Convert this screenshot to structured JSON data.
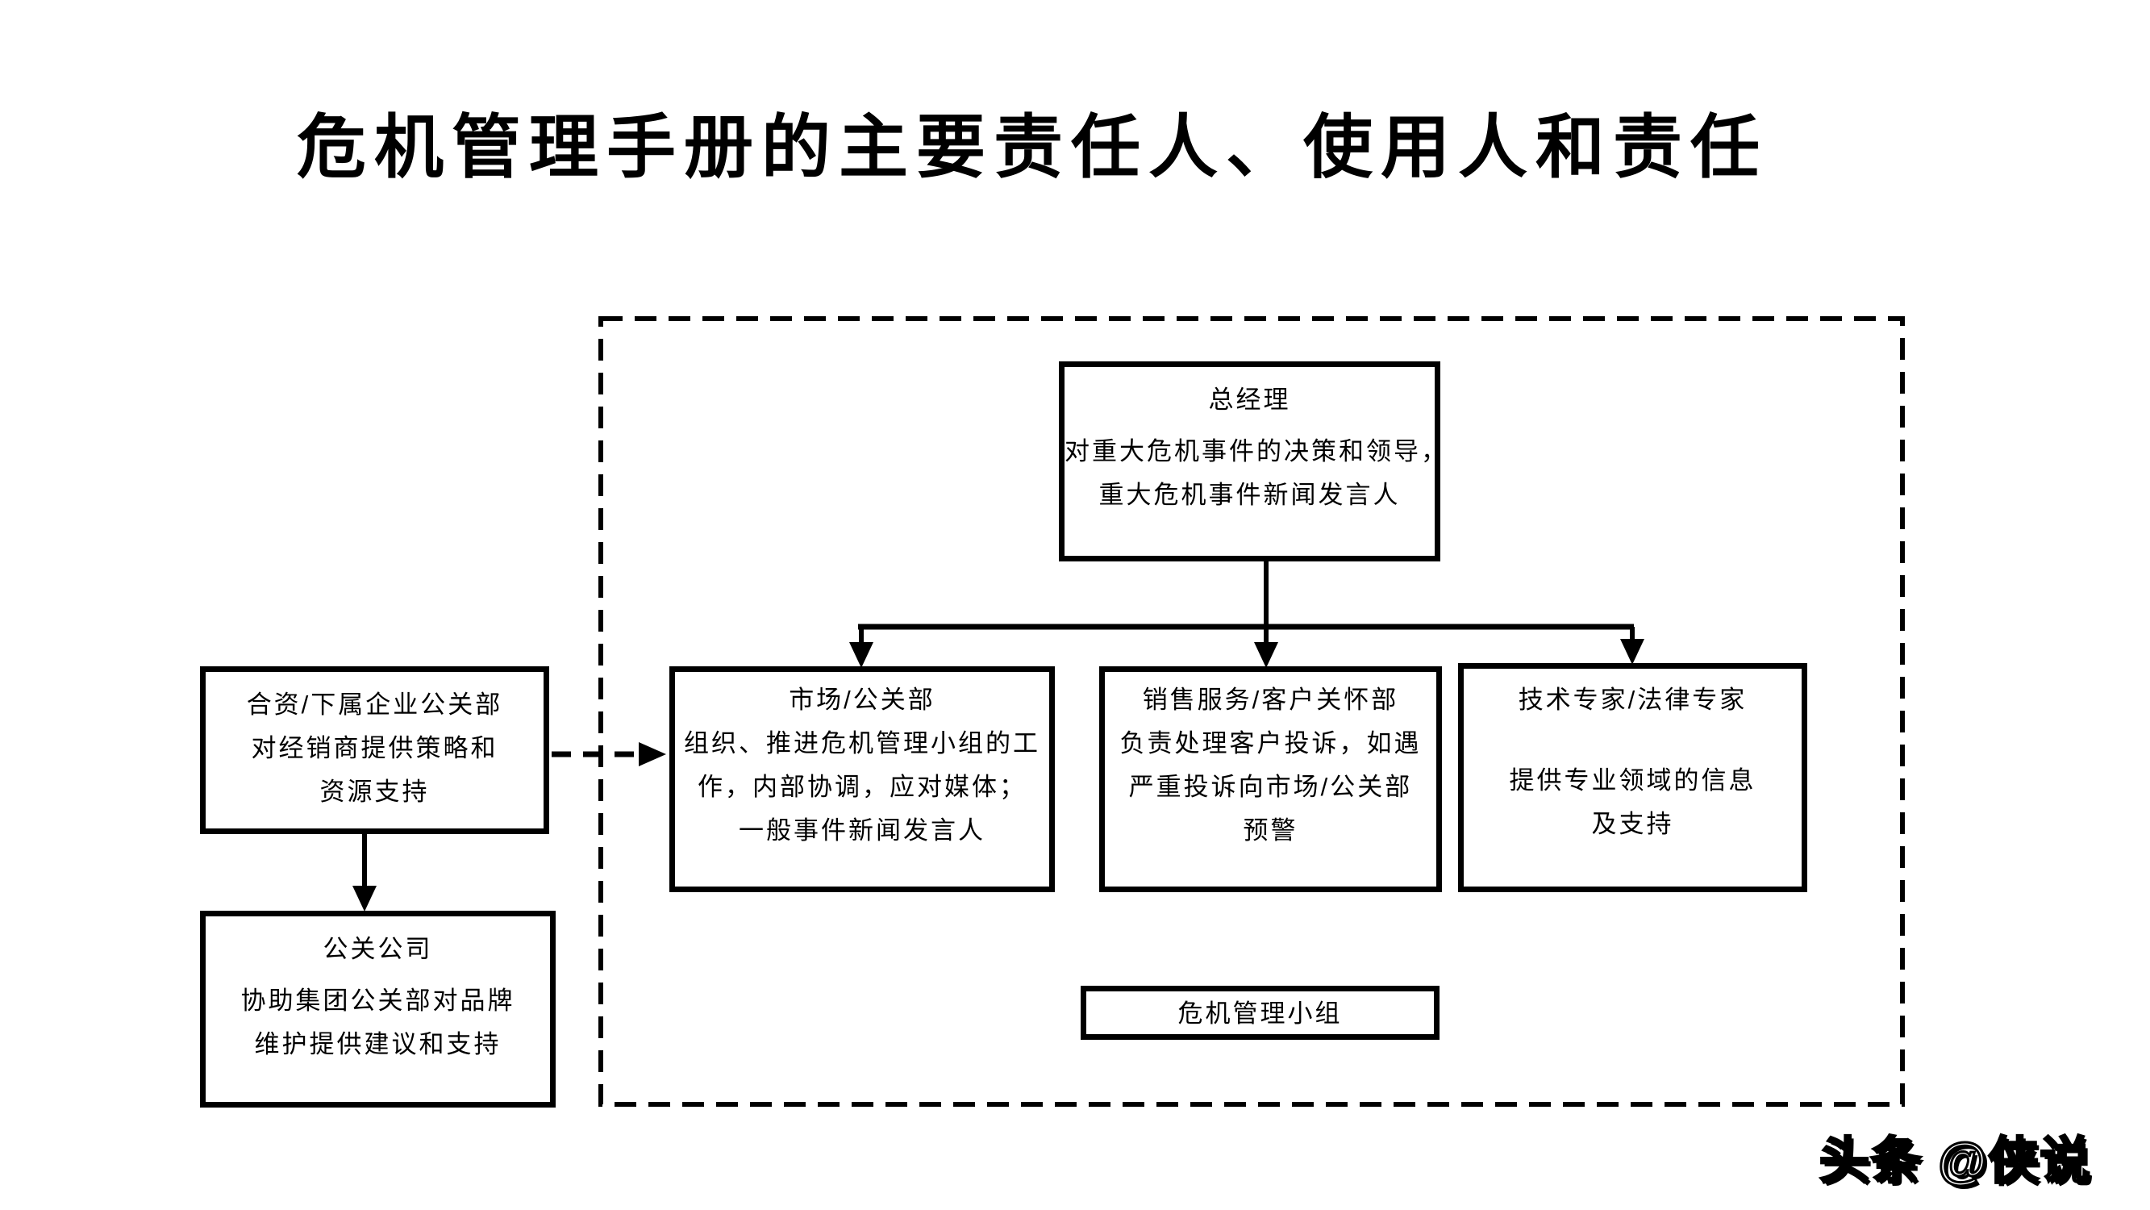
{
  "title": "危机管理手册的主要责任人、使用人和责任",
  "colors": {
    "ink": "#000000",
    "background": "#ffffff"
  },
  "watermark": "头条 @侠说",
  "boxes": {
    "general_manager": {
      "lines": [
        "总经理",
        "对重大危机事件的决策和领导，",
        "重大危机事件新闻发言人"
      ]
    },
    "jv_subsidiary_pr": {
      "lines": [
        "合资/下属企业公关部",
        "对经销商提供策略和",
        "资源支持"
      ]
    },
    "pr_agency": {
      "lines": [
        "公关公司",
        "协助集团公关部对品牌",
        "维护提供建议和支持"
      ]
    },
    "marketing_pr": {
      "lines": [
        "市场/公关部",
        "组织、推进危机管理小组的工",
        "作，内部协调，应对媒体；",
        "一般事件新闻发言人"
      ]
    },
    "sales_service": {
      "lines": [
        "销售服务/客户关怀部",
        "负责处理客户投诉，如遇",
        "严重投诉向市场/公关部",
        "预警"
      ]
    },
    "experts": {
      "lines": [
        "技术专家/法律专家",
        "提供专业领域的信息",
        "及支持"
      ]
    },
    "crisis_team": {
      "lines": [
        "危机管理小组"
      ]
    }
  }
}
